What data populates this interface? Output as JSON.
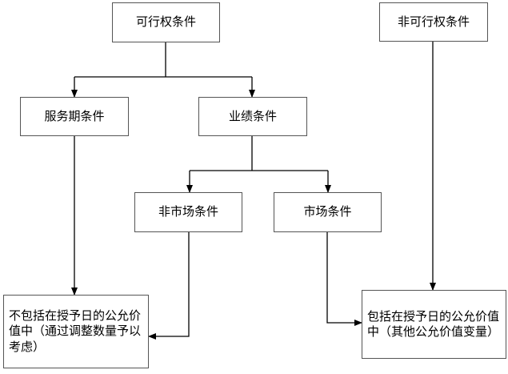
{
  "nodes": {
    "exercisable": "可行权条件",
    "non_exercisable": "非可行权条件",
    "service_period": "服务期条件",
    "performance": "业绩条件",
    "non_market": "非市场条件",
    "market": "市场条件",
    "excluded_from_fair_value": "不包括在授予日的公允价值中（通过调整数量予以考虑）",
    "included_in_fair_value": "包括在授予日的公允价值中（其他公允价值变量）"
  }
}
